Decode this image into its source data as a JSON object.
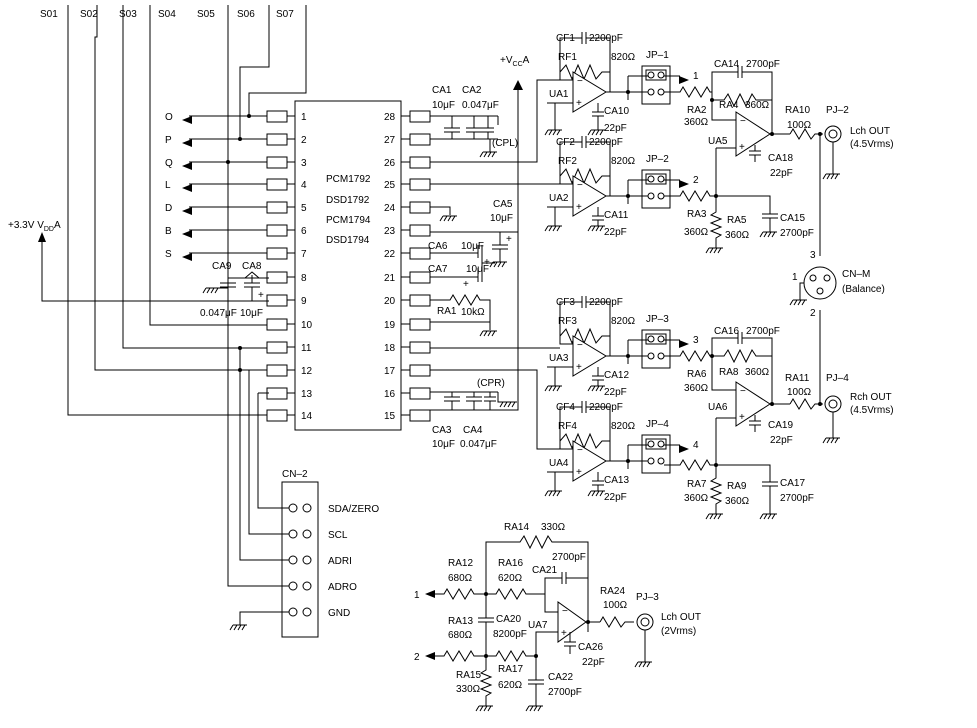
{
  "top_labels": [
    "S01",
    "S02",
    "S03",
    "S04",
    "S05",
    "S06",
    "S07"
  ],
  "chip": {
    "names": [
      "PCM1792",
      "DSD1792",
      "PCM1794",
      "DSD1794"
    ],
    "left_pins": [
      "1",
      "2",
      "3",
      "4",
      "5",
      "6",
      "7",
      "8",
      "9",
      "10",
      "11",
      "12",
      "13",
      "14"
    ],
    "right_pins": [
      "28",
      "27",
      "26",
      "25",
      "24",
      "23",
      "22",
      "21",
      "20",
      "19",
      "18",
      "17",
      "16",
      "15"
    ]
  },
  "left_signals": [
    "O",
    "P",
    "Q",
    "L",
    "D",
    "B",
    "S"
  ],
  "power": {
    "vdd_text": "+3.3V V",
    "vdd_sub": "DD",
    "vdd_tail": "A",
    "vcc_text": "+V",
    "vcc_sub": "CC",
    "vcc_tail": "A"
  },
  "left_caps": {
    "ca9": "CA9",
    "ca8": "CA8",
    "ca9_value": "0.047μF",
    "ca8_value": "10μF"
  },
  "right_parts": {
    "ca1": "CA1",
    "ca1_value": "10μF",
    "ca2": "CA2",
    "ca2_value": "0.047μF",
    "cpl": "(CPL)",
    "ca5": "CA5",
    "ca5_value": "10μF",
    "ca6": "CA6",
    "ca6_value": "10μF",
    "ca7": "CA7",
    "ca7_value": "10μF",
    "ra1": "RA1",
    "ra1_value": "10kΩ",
    "cpr": "(CPR)",
    "ca3": "CA3",
    "ca3_value": "10μF",
    "ca4": "CA4",
    "ca4_value": "0.047μF"
  },
  "channels": [
    {
      "cf": "CF1",
      "cf_value": "2200pF",
      "rf": "RF1",
      "rf_value": "820Ω",
      "ua": "UA1",
      "jp": "JP–1",
      "jp_out": "1",
      "ca": "CA10",
      "ca_value": "22pF"
    },
    {
      "cf": "CF2",
      "cf_value": "2200pF",
      "rf": "RF2",
      "rf_value": "820Ω",
      "ua": "UA2",
      "jp": "JP–2",
      "jp_out": "2",
      "ca": "CA11",
      "ca_value": "22pF"
    },
    {
      "cf": "CF3",
      "cf_value": "2200pF",
      "rf": "RF3",
      "rf_value": "820Ω",
      "ua": "UA3",
      "jp": "JP–3",
      "jp_out": "3",
      "ca": "CA12",
      "ca_value": "22pF"
    },
    {
      "cf": "CF4",
      "cf_value": "2200pF",
      "rf": "RF4",
      "rf_value": "820Ω",
      "ua": "UA4",
      "jp": "JP–4",
      "jp_out": "4",
      "ca": "CA13",
      "ca_value": "22pF"
    }
  ],
  "diff_stages": [
    {
      "ca_fb": "CA14",
      "ca_fb_value": "2700pF",
      "ra_fb": "RA4",
      "ra_fb_value": "360Ω",
      "ra_in1": "RA2",
      "ra_in1_value": "360Ω",
      "ra_in2": "RA3",
      "ra_in2_value": "360Ω",
      "ra_gnd": "RA5",
      "ra_gnd_value": "360Ω",
      "ca_gnd": "CA15",
      "ca_gnd_value": "2700pF",
      "ua": "UA5",
      "ca_comp": "CA18",
      "ca_comp_value": "22pF",
      "ra_out": "RA10",
      "ra_out_value": "100Ω",
      "pj": "PJ–2",
      "out_label": "Lch OUT",
      "out_level": "(4.5Vrms)"
    },
    {
      "ca_fb": "CA16",
      "ca_fb_value": "2700pF",
      "ra_fb": "RA8",
      "ra_fb_value": "360Ω",
      "ra_in1": "RA6",
      "ra_in1_value": "360Ω",
      "ra_in2": "RA7",
      "ra_in2_value": "360Ω",
      "ra_gnd": "RA9",
      "ra_gnd_value": "360Ω",
      "ca_gnd": "CA17",
      "ca_gnd_value": "2700pF",
      "ua": "UA6",
      "ca_comp": "CA19",
      "ca_comp_value": "22pF",
      "ra_out": "RA11",
      "ra_out_value": "100Ω",
      "pj": "PJ–4",
      "out_label": "Rch OUT",
      "out_level": "(4.5Vrms)"
    }
  ],
  "cnm": {
    "name": "CN–M",
    "desc": "(Balance)",
    "p1": "1",
    "p2": "2",
    "p3": "3"
  },
  "cn2": {
    "title": "CN–2",
    "pins": [
      "SDA/ZERO",
      "SCL",
      "ADRI",
      "ADRO",
      "GND"
    ]
  },
  "mono": {
    "ra14": "RA14",
    "ra14_value": "330Ω",
    "ra12": "RA12",
    "ra12_value": "680Ω",
    "ra16": "RA16",
    "ra16_value": "620Ω",
    "ca21": "CA21",
    "ca21_value": "2700pF",
    "ra24": "RA24",
    "ra24_value": "100Ω",
    "pj": "PJ–3",
    "out_label": "Lch OUT",
    "out_level": "(2Vrms)",
    "ra13": "RA13",
    "ra13_value": "680Ω",
    "ca20": "CA20",
    "ca20_value": "8200pF",
    "ua": "UA7",
    "ca26": "CA26",
    "ca26_value": "22pF",
    "ra17": "RA17",
    "ra17_value": "620Ω",
    "ca22": "CA22",
    "ca22_value": "2700pF",
    "ra15": "RA15",
    "ra15_value": "330Ω",
    "in1": "1",
    "in2": "2"
  }
}
